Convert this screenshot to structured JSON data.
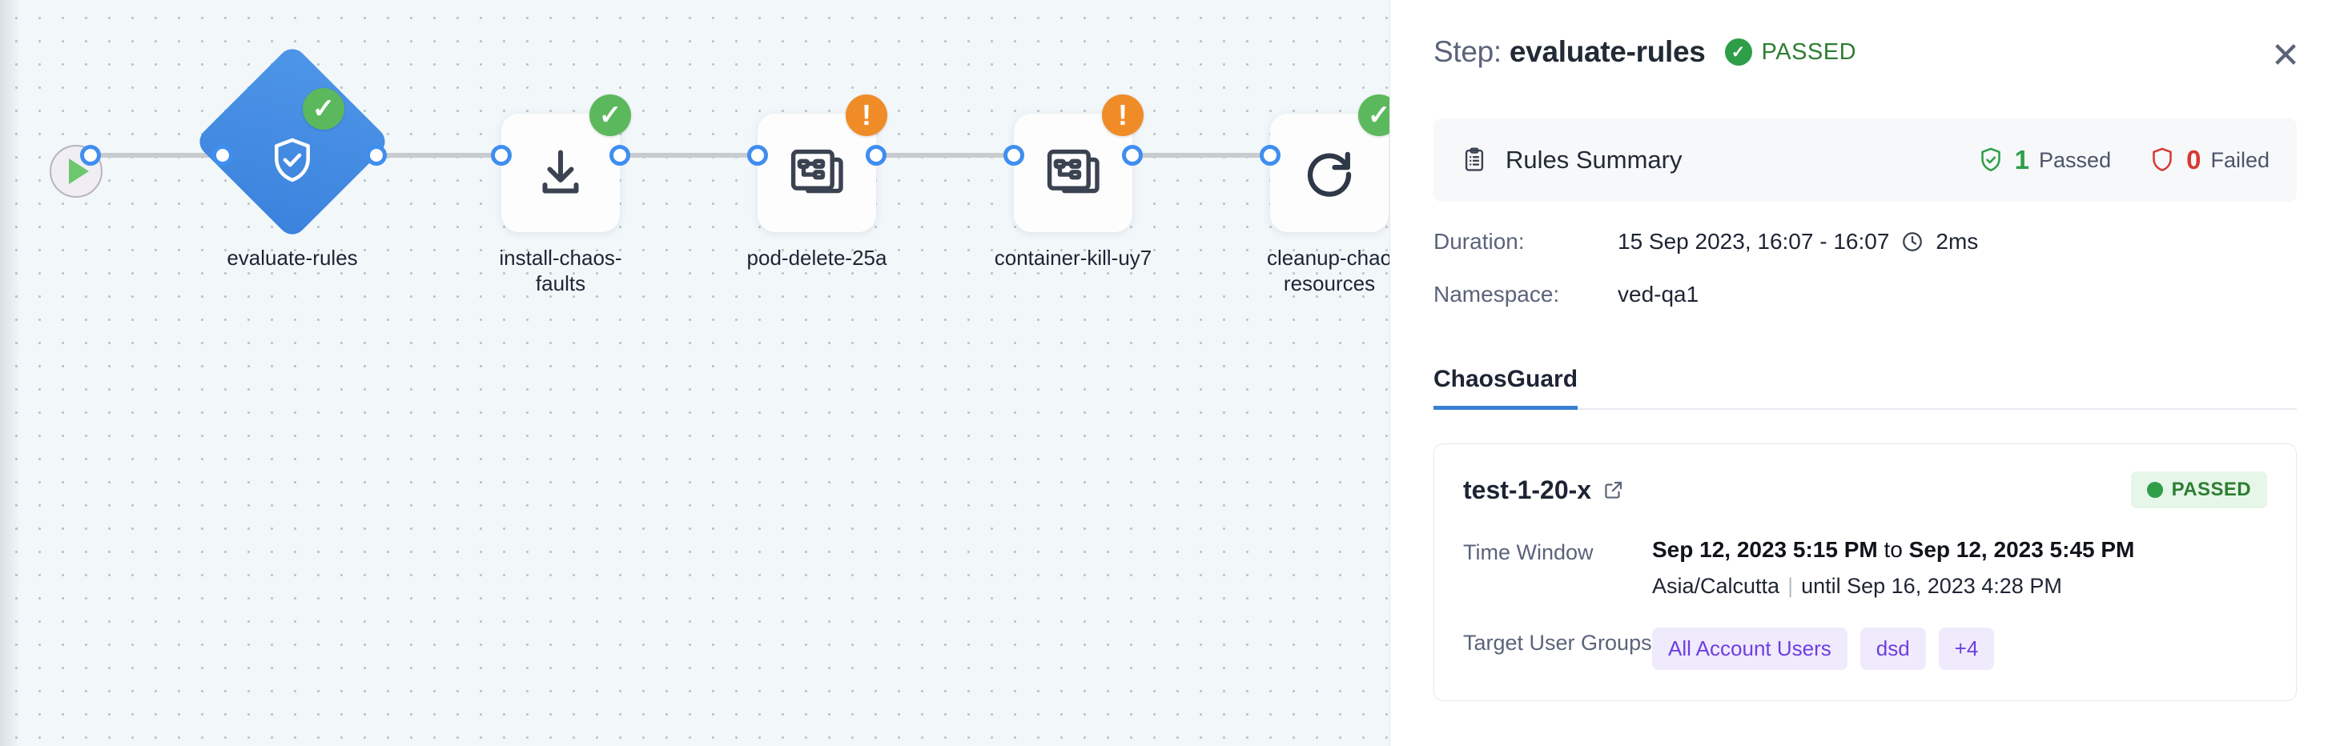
{
  "canvas": {
    "start_node": {
      "icon": "play-icon"
    },
    "nodes": [
      {
        "id": "evaluate-rules",
        "label": "evaluate-rules",
        "shape": "diamond",
        "icon": "shield-check-icon",
        "status": "success"
      },
      {
        "id": "install-chaos-faults",
        "label": "install-chaos-\nfaults",
        "shape": "rect",
        "icon": "download-icon",
        "status": "success"
      },
      {
        "id": "pod-delete-25a",
        "label": "pod-delete-25a",
        "shape": "rect",
        "icon": "chaos-experiment-icon",
        "status": "warning"
      },
      {
        "id": "container-kill-uy7",
        "label": "container-kill-uy7",
        "shape": "rect",
        "icon": "chaos-experiment-icon",
        "status": "warning"
      },
      {
        "id": "cleanup-chaos-resources",
        "label": "cleanup-chao\nresources",
        "shape": "rect",
        "icon": "refresh-icon",
        "status": "success"
      }
    ]
  },
  "panel": {
    "title_prefix": "Step:",
    "title_name": "evaluate-rules",
    "status_text": "PASSED",
    "status_check": "✓",
    "close_label": "✕",
    "rules_summary": {
      "title": "Rules Summary",
      "icon": "clipboard-icon",
      "passed_count": "1",
      "passed_label": "Passed",
      "failed_count": "0",
      "failed_label": "Failed"
    },
    "details": [
      {
        "key": "Duration:",
        "value": "15 Sep 2023, 16:07 - 16:07",
        "extra": "2ms",
        "icon": "clock-icon"
      },
      {
        "key": "Namespace:",
        "value": "ved-qa1",
        "extra": "",
        "icon": ""
      }
    ],
    "tabs": [
      {
        "label": "ChaosGuard",
        "active": true
      }
    ],
    "test_card": {
      "name": "test-1-20-x",
      "link_icon": "external-link-icon",
      "status_text": "PASSED",
      "rows": [
        {
          "key": "Time Window",
          "value_bold_a": "Sep 12, 2023 5:15 PM",
          "value_mid": " to ",
          "value_bold_b": "Sep 12, 2023 5:45 PM",
          "value_second_tz": "Asia/Calcutta",
          "value_second_rest": "until Sep 16, 2023 4:28 PM"
        }
      ],
      "target_user_groups_label": "Target User Groups",
      "target_user_groups": [
        "All Account Users",
        "dsd",
        "+4"
      ]
    }
  },
  "colors": {
    "accent_blue": "#3b7fd4",
    "node_blue": "#3b82dd",
    "success_green": "#2e9e49",
    "warning_orange": "#f08c28",
    "fail_red": "#d73a33",
    "chip_purple": "#6d3fe0",
    "canvas_bg": "#f2f7fa"
  }
}
